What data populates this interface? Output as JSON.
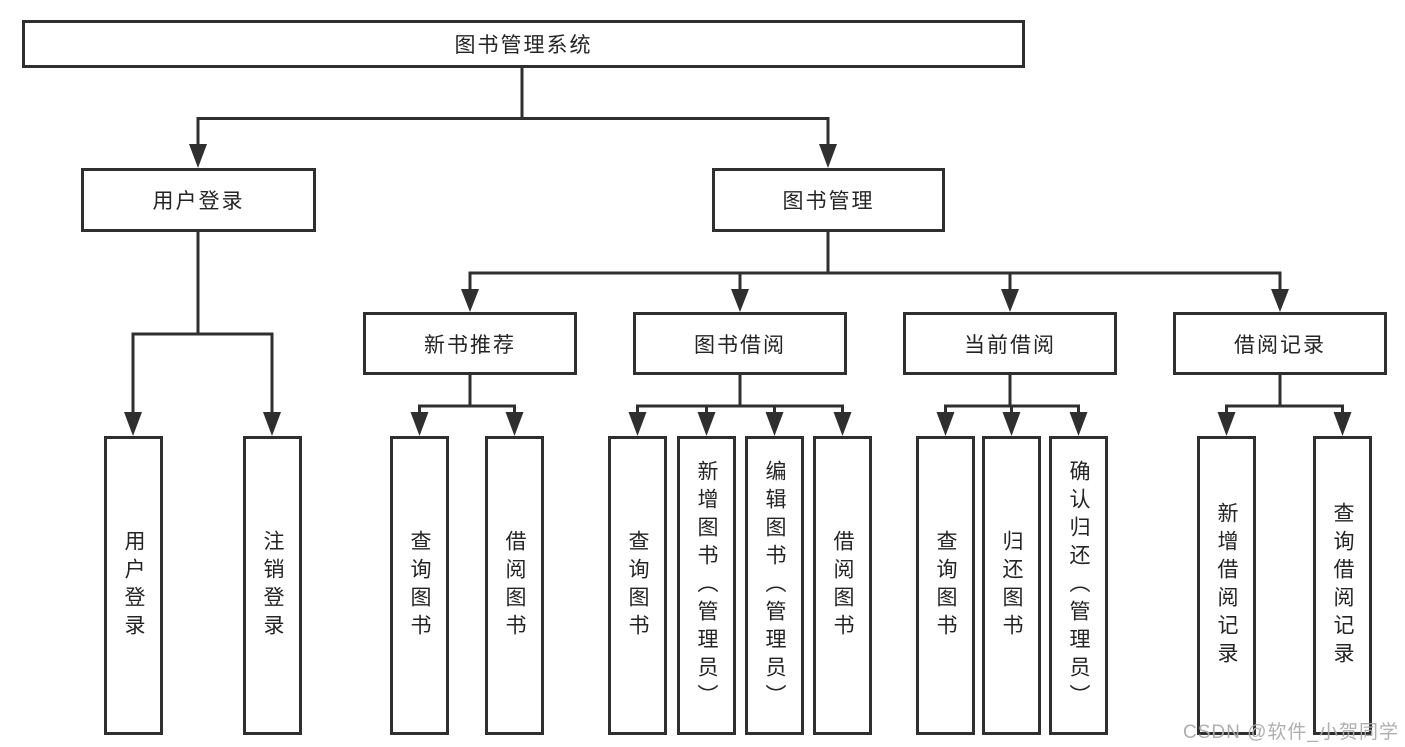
{
  "nodes": {
    "root": "图书管理系统",
    "user_login": "用户登录",
    "book_mgmt": "图书管理",
    "new_book_rec": "新书推荐",
    "book_borrow": "图书借阅",
    "current_borrow": "当前借阅",
    "borrow_record": "借阅记录",
    "leaf_user_login": "用户登录",
    "leaf_logout": "注销登录",
    "leaf_query_book_1": "查询图书",
    "leaf_borrow_book_1": "借阅图书",
    "leaf_query_book_2": "查询图书",
    "leaf_add_book": "新增图书（管理员）",
    "leaf_edit_book": "编辑图书（管理员）",
    "leaf_borrow_book_2": "借阅图书",
    "leaf_query_book_3": "查询图书",
    "leaf_return_book": "归还图书",
    "leaf_confirm_return": "确认归还（管理员）",
    "leaf_add_record": "新增借阅记录",
    "leaf_query_record": "查询借阅记录"
  },
  "hierarchy": {
    "图书管理系统": {
      "用户登录": [
        "用户登录",
        "注销登录"
      ],
      "图书管理": {
        "新书推荐": [
          "查询图书",
          "借阅图书"
        ],
        "图书借阅": [
          "查询图书",
          "新增图书（管理员）",
          "编辑图书（管理员）",
          "借阅图书"
        ],
        "当前借阅": [
          "查询图书",
          "归还图书",
          "确认归还（管理员）"
        ],
        "借阅记录": [
          "新增借阅记录",
          "查询借阅记录"
        ]
      }
    }
  },
  "watermark": "CSDN @软件_小贺同学",
  "colors": {
    "line": "#2f2f2f",
    "border": "#2f2f2f",
    "text": "#242424",
    "watermark": "#ababab",
    "background": "#ffffff"
  }
}
